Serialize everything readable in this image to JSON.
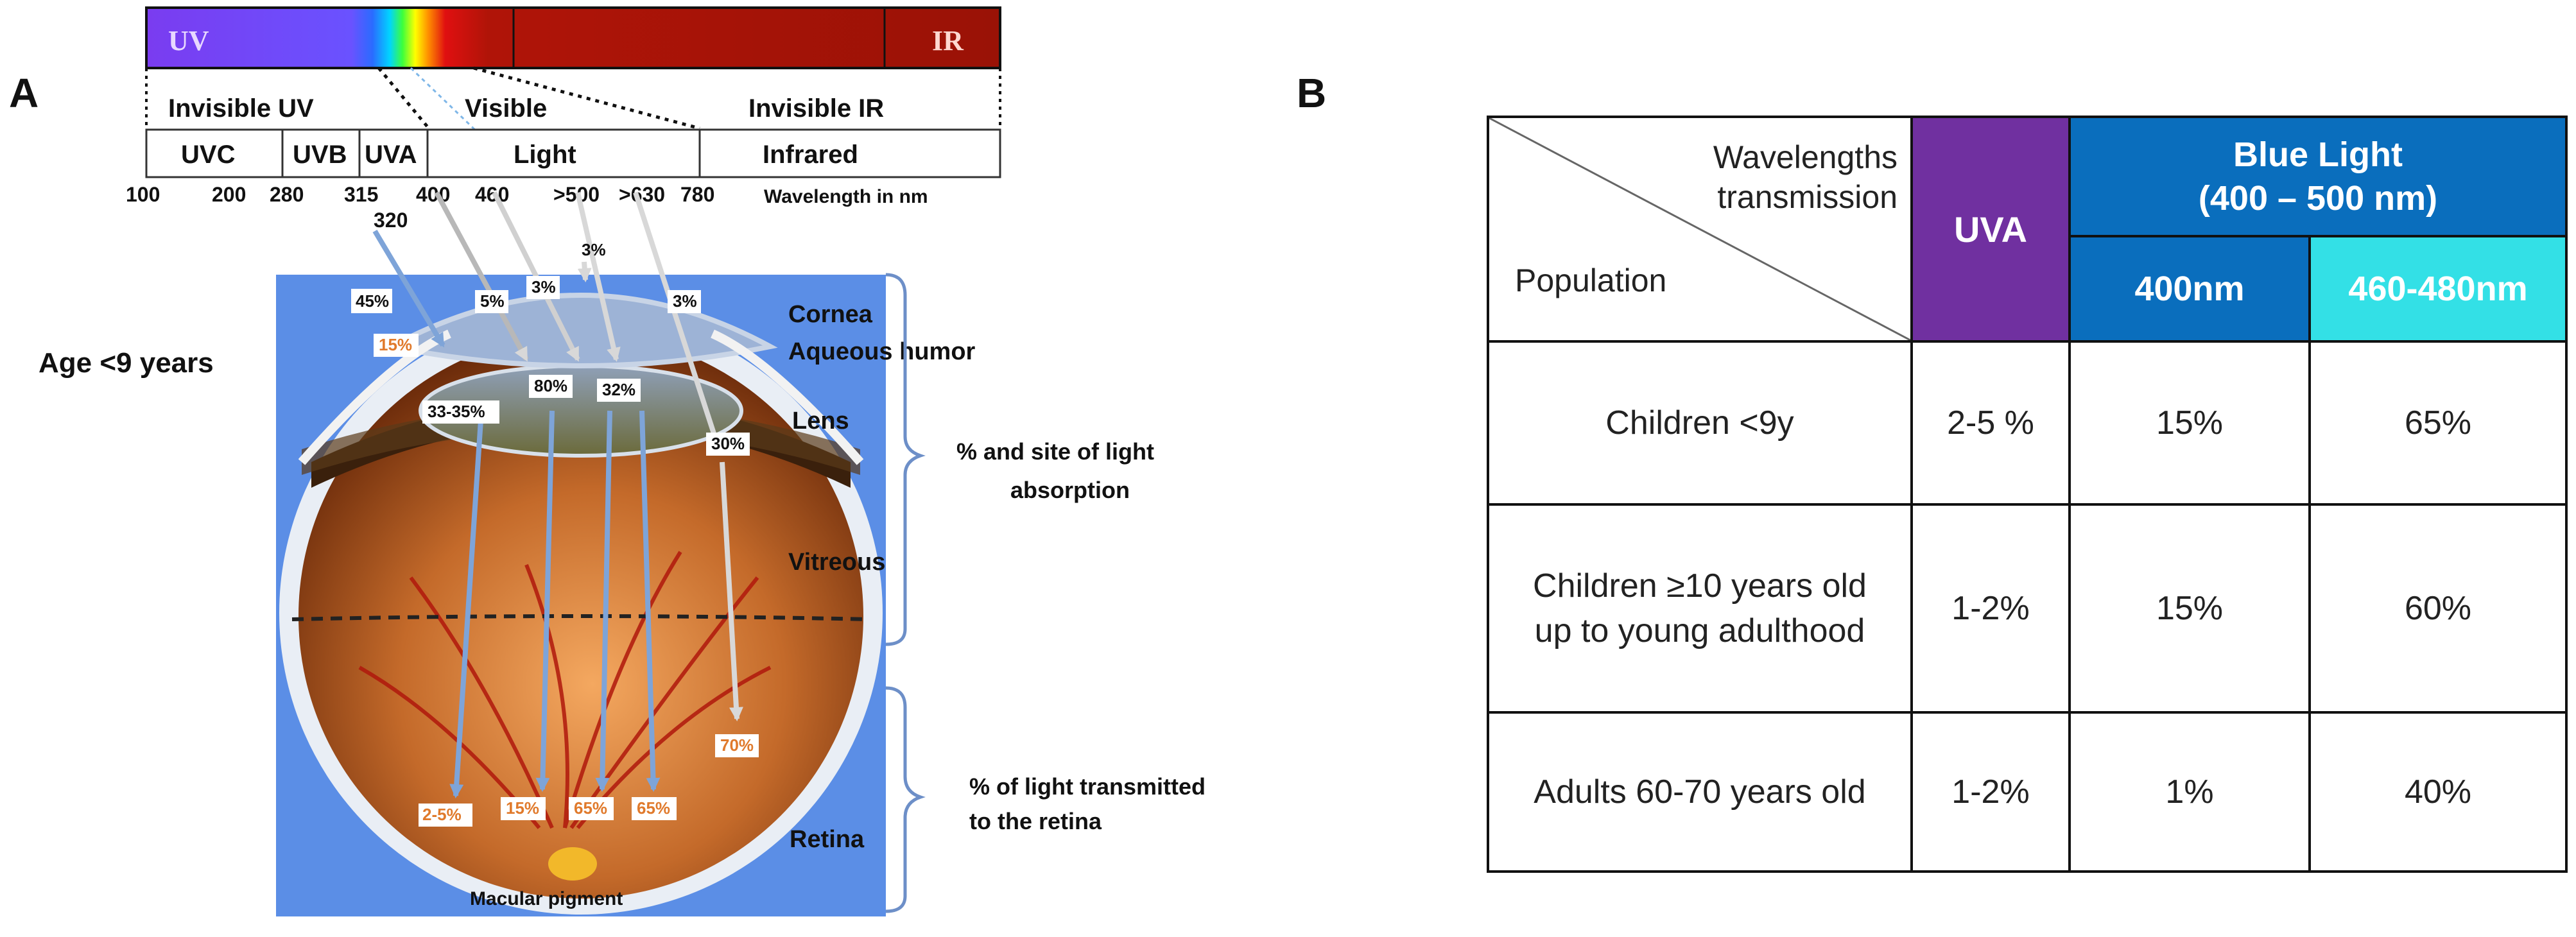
{
  "panel_a": {
    "letter": "A",
    "spectrum": {
      "uv": "UV",
      "ir": "IR"
    },
    "bands": {
      "invisible_uv": "Invisible UV",
      "visible": "Visible",
      "invisible_ir": "Invisible IR"
    },
    "sub_bands": {
      "uvc": "UVC",
      "uvb": "UVB",
      "uva": "UVA",
      "light": "Light",
      "infrared": "Infrared"
    },
    "ticks": [
      "100",
      "200",
      "280",
      "315",
      "400",
      "460",
      ">500",
      ">630",
      "780"
    ],
    "tick_320": "320",
    "wavelength_unit": "Wavelength in nm",
    "age_label": "Age <9 years",
    "structures": {
      "cornea": "Cornea",
      "aqueous": "Aqueous humor",
      "lens": "Lens",
      "vitreous": "Vitreous",
      "retina": "Retina",
      "macular": "Macular pigment"
    },
    "absorption_label": [
      "% and site of light",
      "absorption"
    ],
    "transmitted_label": [
      "% of light transmitted",
      "to the retina"
    ],
    "cornea_pcts": {
      "uv45": "45%",
      "p5": "5%",
      "p3a": "3%",
      "p3top": "3%",
      "p3ir": "3%"
    },
    "aqueous_pct": "15%",
    "lens_pcts": {
      "p3335": "33-35%",
      "p80": "80%",
      "p32": "32%",
      "p30": "30%"
    },
    "retina_pcts": {
      "p25": "2-5%",
      "p15": "15%",
      "p65a": "65%",
      "p65b": "65%",
      "p70": "70%"
    }
  },
  "panel_b": {
    "letter": "B",
    "header": {
      "wavelengths": [
        "Wavelengths",
        "transmission"
      ],
      "population": "Population",
      "uva": "UVA",
      "blue_light": [
        "Blue Light",
        "(400 – 500 nm)"
      ],
      "nm400": "400nm",
      "nm460": "460-480nm"
    },
    "rows": [
      {
        "population": [
          "Children <9y"
        ],
        "uva": "2-5 %",
        "nm400": "15%",
        "nm460": "65%"
      },
      {
        "population": [
          "Children ≥10 years old",
          "up to young adulthood"
        ],
        "uva": "1-2%",
        "nm400": "15%",
        "nm460": "60%"
      },
      {
        "population": [
          "Adults 60-70 years old"
        ],
        "uva": "1-2%",
        "nm400": "1%",
        "nm460": "40%"
      }
    ],
    "colors": {
      "uva": "#7030a0",
      "blue": "#0a6ebd",
      "cyan": "#33e0e6"
    }
  }
}
